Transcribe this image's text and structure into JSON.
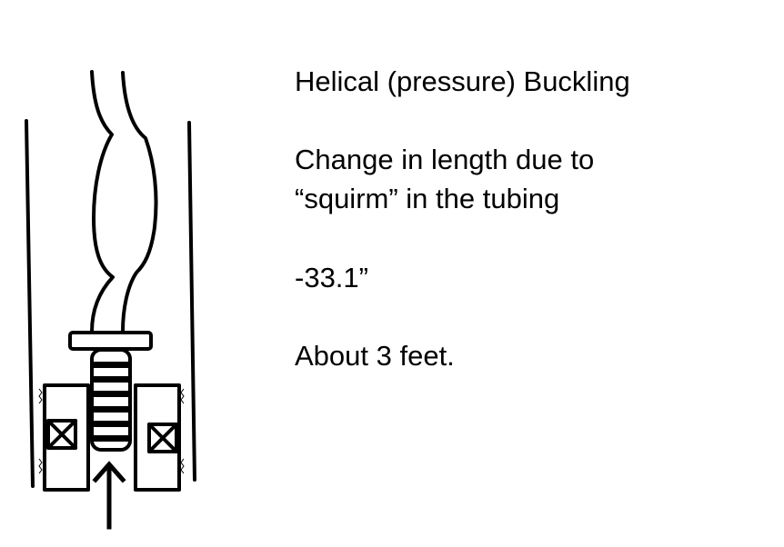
{
  "text": {
    "title": "Helical (pressure) Buckling",
    "line1": "Change in length due to",
    "line2": "“squirm” in the tubing",
    "value": "-33.1”",
    "note": "About 3 feet."
  },
  "colors": {
    "ink": "#000000",
    "background": "#ffffff"
  }
}
